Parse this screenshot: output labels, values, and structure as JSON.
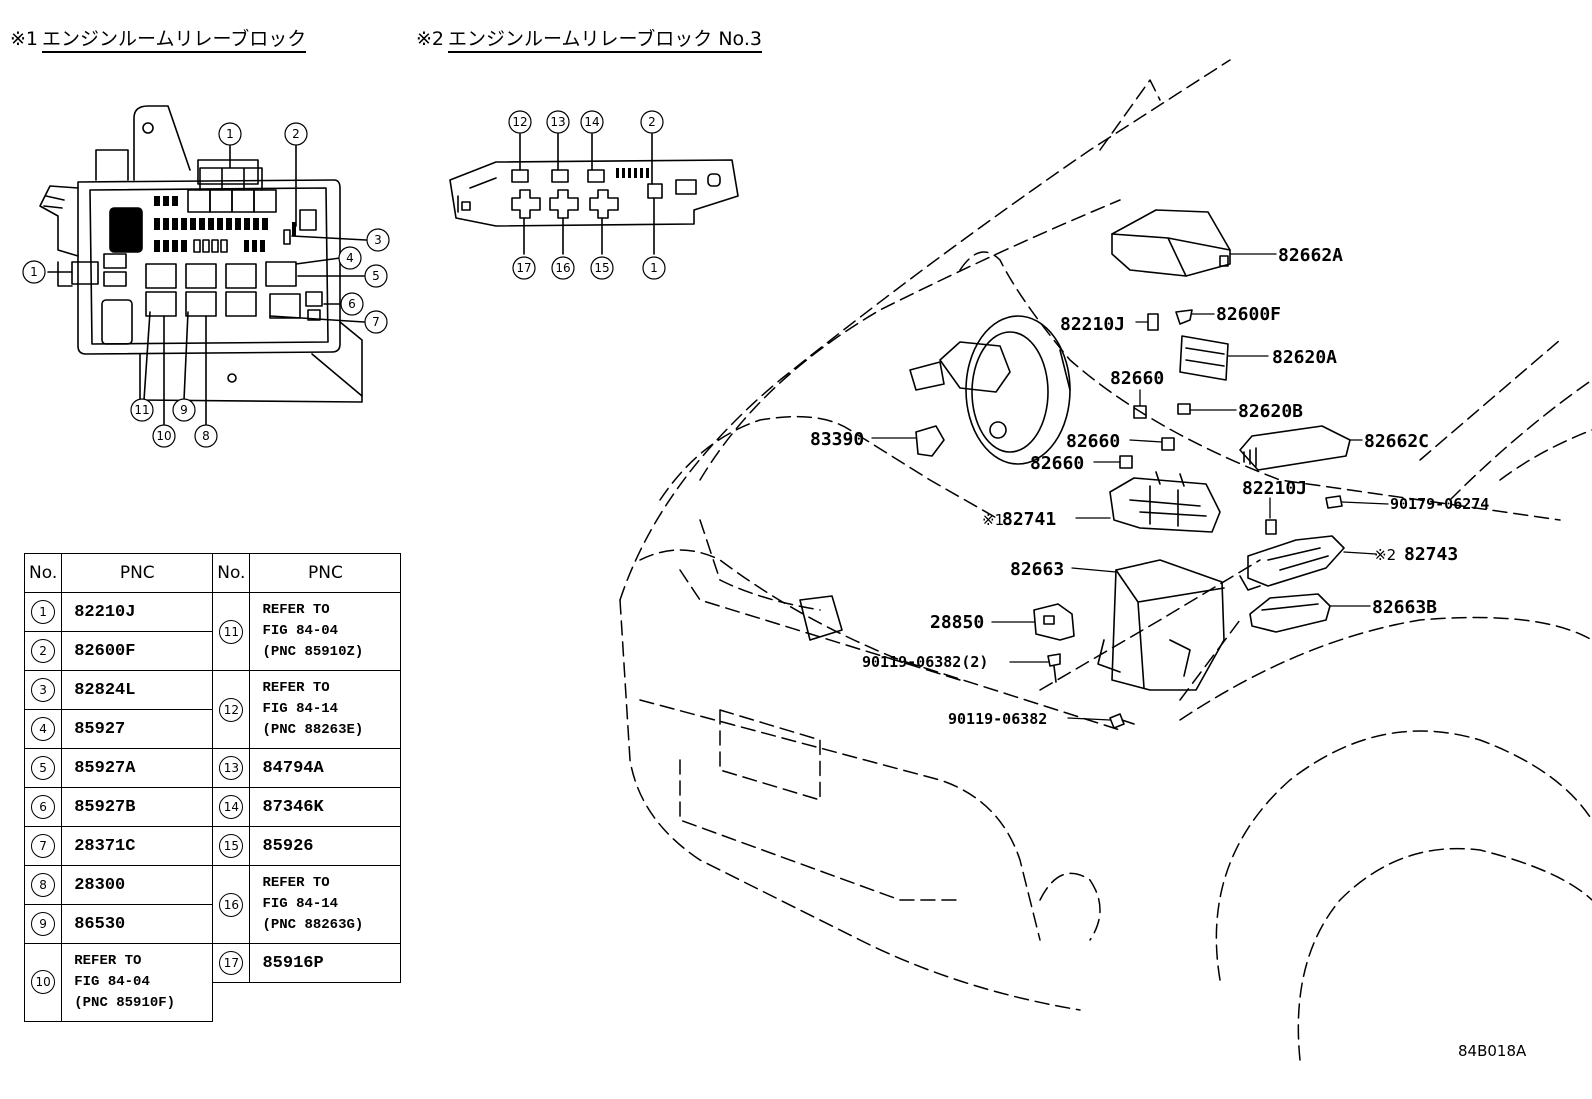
{
  "titles": [
    {
      "mark": "※1",
      "text": "エンジンルームリレーブロック"
    },
    {
      "mark": "※2",
      "text": "エンジンルームリレーブロック No.3"
    }
  ],
  "relay_block_1": {
    "callouts": [
      "1",
      "2",
      "3",
      "4",
      "5",
      "6",
      "7",
      "1",
      "11",
      "10",
      "9",
      "8"
    ]
  },
  "relay_block_2": {
    "top_callouts": [
      "12",
      "13",
      "14",
      "2"
    ],
    "bottom_callouts": [
      "17",
      "16",
      "15",
      "1"
    ]
  },
  "table": {
    "headers": [
      "No.",
      "PNC",
      "No.",
      "PNC"
    ],
    "left": [
      {
        "no": "1",
        "pnc": [
          "82210J"
        ]
      },
      {
        "no": "2",
        "pnc": [
          "82600F"
        ]
      },
      {
        "no": "3",
        "pnc": [
          "82824L"
        ]
      },
      {
        "no": "4",
        "pnc": [
          "85927"
        ]
      },
      {
        "no": "5",
        "pnc": [
          "85927A"
        ]
      },
      {
        "no": "6",
        "pnc": [
          "85927B"
        ]
      },
      {
        "no": "7",
        "pnc": [
          "28371C"
        ]
      },
      {
        "no": "8",
        "pnc": [
          "28300"
        ]
      },
      {
        "no": "9",
        "pnc": [
          "86530"
        ]
      },
      {
        "no": "10",
        "pnc": [
          "REFER TO",
          "FIG 84-04",
          "(PNC 85910F)"
        ]
      }
    ],
    "right": [
      {
        "no": "11",
        "pnc": [
          "REFER TO",
          "FIG 84-04",
          "(PNC 85910Z)"
        ]
      },
      {
        "no": "12",
        "pnc": [
          "REFER TO",
          "FIG 84-14",
          "(PNC 88263E)"
        ]
      },
      {
        "no": "13",
        "pnc": [
          "84794A"
        ]
      },
      {
        "no": "14",
        "pnc": [
          "87346K"
        ]
      },
      {
        "no": "15",
        "pnc": [
          "85926"
        ]
      },
      {
        "no": "16",
        "pnc": [
          "REFER TO",
          "FIG 84-14",
          "(PNC 88263G)"
        ]
      },
      {
        "no": "17",
        "pnc": [
          "85916P"
        ]
      }
    ]
  },
  "parts": [
    "82662A",
    "82210J",
    "82600F",
    "82620A",
    "82660",
    "82620B",
    "83390",
    "82660",
    "82662C",
    "82660",
    "82210J",
    "90179-06274",
    "82741",
    "82743",
    "82663",
    "82663B",
    "28850",
    "90119-06382(2)",
    "90119-06382"
  ],
  "part_marks": {
    "82741": "※1",
    "82743": "※2"
  },
  "figure_id": "84B018A"
}
